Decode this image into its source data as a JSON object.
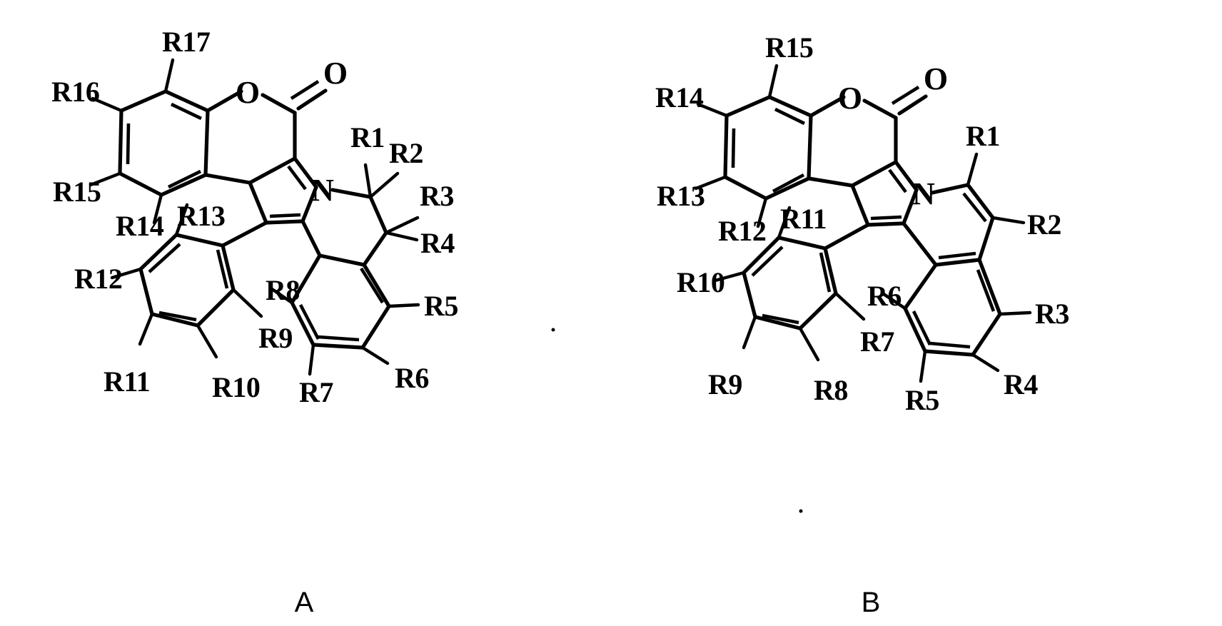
{
  "document": {
    "type": "chemical-structure-diagram",
    "background_color": "#ffffff",
    "ink_color": "#000000",
    "structure_count": 2
  },
  "structures": [
    {
      "caption": "A",
      "core": "chromeno-pyrrolo-isoquinoline (coumarin-fused pyrrole with saturated N-ring)",
      "atom_labels": [
        {
          "id": "ring-oxygen",
          "text": "O"
        },
        {
          "id": "carbonyl-oxygen",
          "text": "O"
        },
        {
          "id": "ring-nitrogen",
          "text": "N"
        }
      ],
      "substituents": [
        {
          "id": "R1",
          "text": "R1"
        },
        {
          "id": "R2",
          "text": "R2"
        },
        {
          "id": "R3",
          "text": "R3"
        },
        {
          "id": "R4",
          "text": "R4"
        },
        {
          "id": "R5",
          "text": "R5"
        },
        {
          "id": "R6",
          "text": "R6"
        },
        {
          "id": "R7",
          "text": "R7"
        },
        {
          "id": "R8",
          "text": "R8"
        },
        {
          "id": "R9",
          "text": "R9"
        },
        {
          "id": "R10",
          "text": "R10"
        },
        {
          "id": "R11",
          "text": "R11"
        },
        {
          "id": "R12",
          "text": "R12"
        },
        {
          "id": "R13",
          "text": "R13"
        },
        {
          "id": "R14",
          "text": "R14"
        },
        {
          "id": "R15",
          "text": "R15"
        },
        {
          "id": "R16",
          "text": "R16"
        },
        {
          "id": "R17",
          "text": "R17"
        }
      ]
    },
    {
      "caption": "B",
      "core": "chromeno-pyrrolo-isoquinolinium (coumarin-fused pyrrole with aromatic N-ring)",
      "atom_labels": [
        {
          "id": "ring-oxygen",
          "text": "O"
        },
        {
          "id": "carbonyl-oxygen",
          "text": "O"
        },
        {
          "id": "ring-nitrogen",
          "text": "N"
        }
      ],
      "substituents": [
        {
          "id": "R1",
          "text": "R1"
        },
        {
          "id": "R2",
          "text": "R2"
        },
        {
          "id": "R3",
          "text": "R3"
        },
        {
          "id": "R4",
          "text": "R4"
        },
        {
          "id": "R5",
          "text": "R5"
        },
        {
          "id": "R6",
          "text": "R6"
        },
        {
          "id": "R7",
          "text": "R7"
        },
        {
          "id": "R8",
          "text": "R8"
        },
        {
          "id": "R9",
          "text": "R9"
        },
        {
          "id": "R10",
          "text": "R10"
        },
        {
          "id": "R11",
          "text": "R11"
        },
        {
          "id": "R12",
          "text": "R12"
        },
        {
          "id": "R13",
          "text": "R13"
        },
        {
          "id": "R14",
          "text": "R14"
        },
        {
          "id": "R15",
          "text": "R15"
        }
      ]
    }
  ]
}
